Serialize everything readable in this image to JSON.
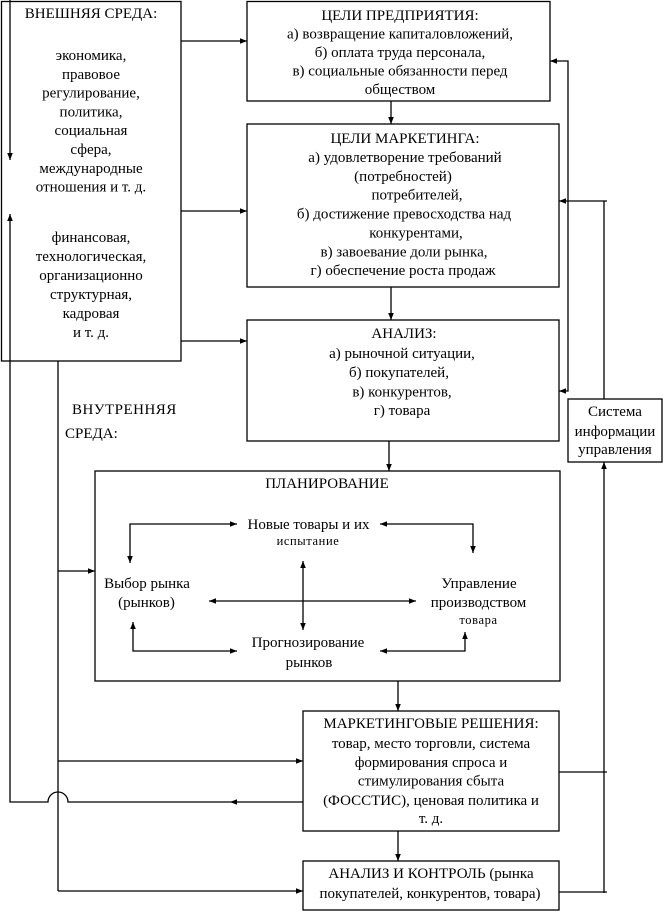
{
  "external_environment": {
    "title": "ВНЕШНЯЯ СРЕДА:",
    "external_factors": [
      "экономика,",
      "правовое",
      "регулирование,",
      "политика,",
      "социальная",
      "сфера,",
      "международные",
      "отношения и т. д."
    ],
    "internal_factors": [
      "финансовая,",
      "технологическая,",
      "организационно",
      "структурная,",
      "кадровая",
      "и т. д."
    ]
  },
  "internal_environment_label": [
    "ВНУТРЕННЯЯ",
    "СРЕДА:"
  ],
  "enterprise_goals": {
    "title": "ЦЕЛИ ПРЕДПРИЯТИЯ:",
    "lines": [
      "а) возвращение капиталовложений,",
      "б) оплата труда персонала,",
      "в) социальные обязанности перед",
      "обществом"
    ]
  },
  "marketing_goals": {
    "title": "ЦЕЛИ МАРКЕТИНГА:",
    "lines": [
      "а) удовлетворение требований",
      "(потребностей)",
      "потребителей,",
      "б) достижение превосходства над",
      "конкурентами,",
      "в) завоевание доли рынка,",
      "г) обеспечение роста продаж"
    ]
  },
  "analysis": {
    "title": "АНАЛИЗ:",
    "lines": [
      "а) рыночной ситуации,",
      "б) покупателей,",
      "в) конкурентов,",
      "г) товара"
    ]
  },
  "planning": {
    "title": "ПЛАНИРОВАНИЕ",
    "new_products": [
      "Новые товары и их",
      "испытание"
    ],
    "market_selection": [
      "Выбор рынка",
      "(рынков)"
    ],
    "production_management": [
      "Управление",
      "производством",
      "товара"
    ],
    "market_forecasting": [
      "Прогнозирование",
      "рынков"
    ]
  },
  "marketing_decisions": {
    "title": "МАРКЕТИНГОВЫЕ РЕШЕНИЯ:",
    "lines": [
      "товар, место торговли, система",
      "формирования спроса и",
      "стимулирования сбыта",
      "(ФОССТИС), ценовая политика и",
      "т. д."
    ]
  },
  "analysis_control": {
    "lines": [
      "АНАЛИЗ И КОНТРОЛЬ (рынка",
      "покупателей, конкурентов, товара)"
    ]
  },
  "management_information_system": {
    "lines": [
      "Система",
      "информации",
      "управления"
    ]
  }
}
